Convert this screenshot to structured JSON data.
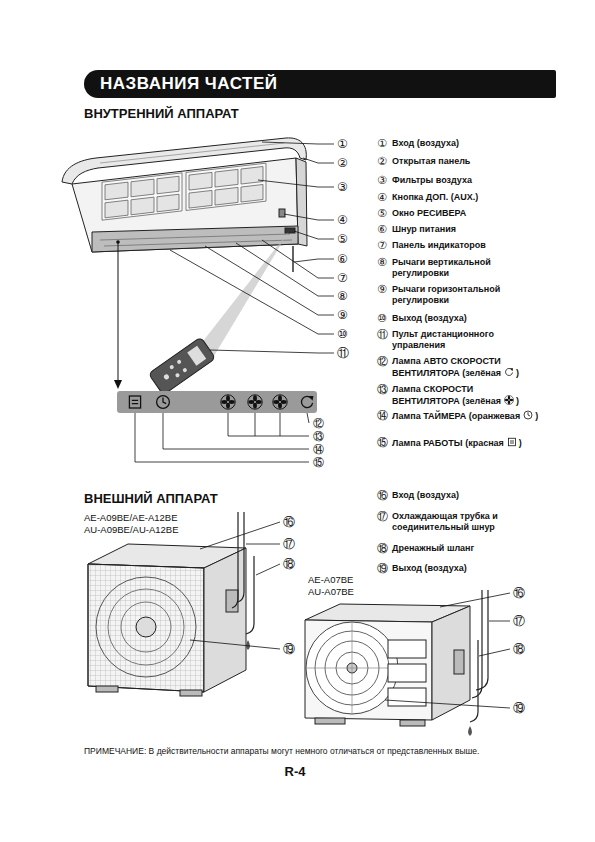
{
  "diagram": {
    "nodes": [
      {
        "text": [
          "НАЗВАНИЯ ЧАСТЕЙ"
        ]
      }
    ],
    "labels": [
      "ВНУТРЕННИЙ АППАРАТ",
      "①",
      "②",
      "③",
      "④",
      "⑤",
      "⑥",
      "⑦",
      "⑧",
      "⑨",
      "⑩",
      "⑪",
      "①",
      "Вход (воздуха)",
      "②",
      "Открытая панель",
      "③",
      "Фильтры воздуха",
      "④",
      "Кнопка ДОП. (AUX.)",
      "⑤",
      "Окно РЕСИВЕРА",
      "⑥",
      "Шнур питания",
      "⑦",
      "Панель индикаторов",
      "⑧",
      "Рычаги вертикальной регулировки",
      "⑨",
      "Рычаги горизонтальной регулировки",
      "⑩",
      "Выход (воздуха)",
      "⑪",
      "Пульт дистанционного управления",
      "⑫",
      "Лампа АВТО СКОРОСТИ ВЕНТИЛЯТОРА (зелёная",
      ")",
      "⑬",
      "Лампа СКОРОСТИ ВЕНТИЛЯТОРА (зелёная",
      ")",
      "⑭",
      "Лампа ТАЙМЕРА (оранжевая",
      ")",
      "⑮",
      "Лампа РАБОТЫ (красная",
      ")",
      "⑫",
      "⑬",
      "⑭",
      "⑮",
      "ВНЕШНИЙ АППАРАТ",
      "AE-A09BE/AE-A12BE",
      "AU-A09BE/AU-A12BE",
      "⑯",
      "⑰",
      "⑱",
      "⑲",
      "AE-A07BE",
      "AU-A07BE",
      "⑯",
      "⑰",
      "⑱",
      "⑲",
      "⑯",
      "Вход (воздуха)",
      "⑰",
      "Охлаждающая трубка и соединительный шнур",
      "⑱",
      "Дренажный шланг",
      "⑲",
      "Выход (воздуха)",
      "ПРИМЕЧАНИЕ: В действительности аппараты могут немного отличаться от представленных выше.",
      "R-4"
    ]
  }
}
